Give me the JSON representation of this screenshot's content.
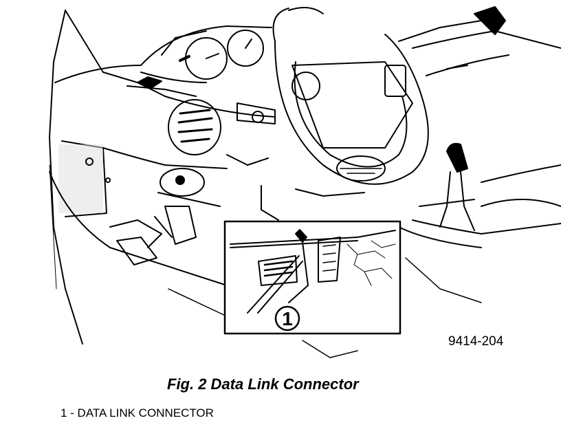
{
  "figure": {
    "callout_number": "1",
    "drawing_code": "9414-204",
    "caption": "Fig. 2 Data Link Connector",
    "legend": [
      {
        "text": "1 - DATA LINK CONNECTOR"
      }
    ]
  }
}
